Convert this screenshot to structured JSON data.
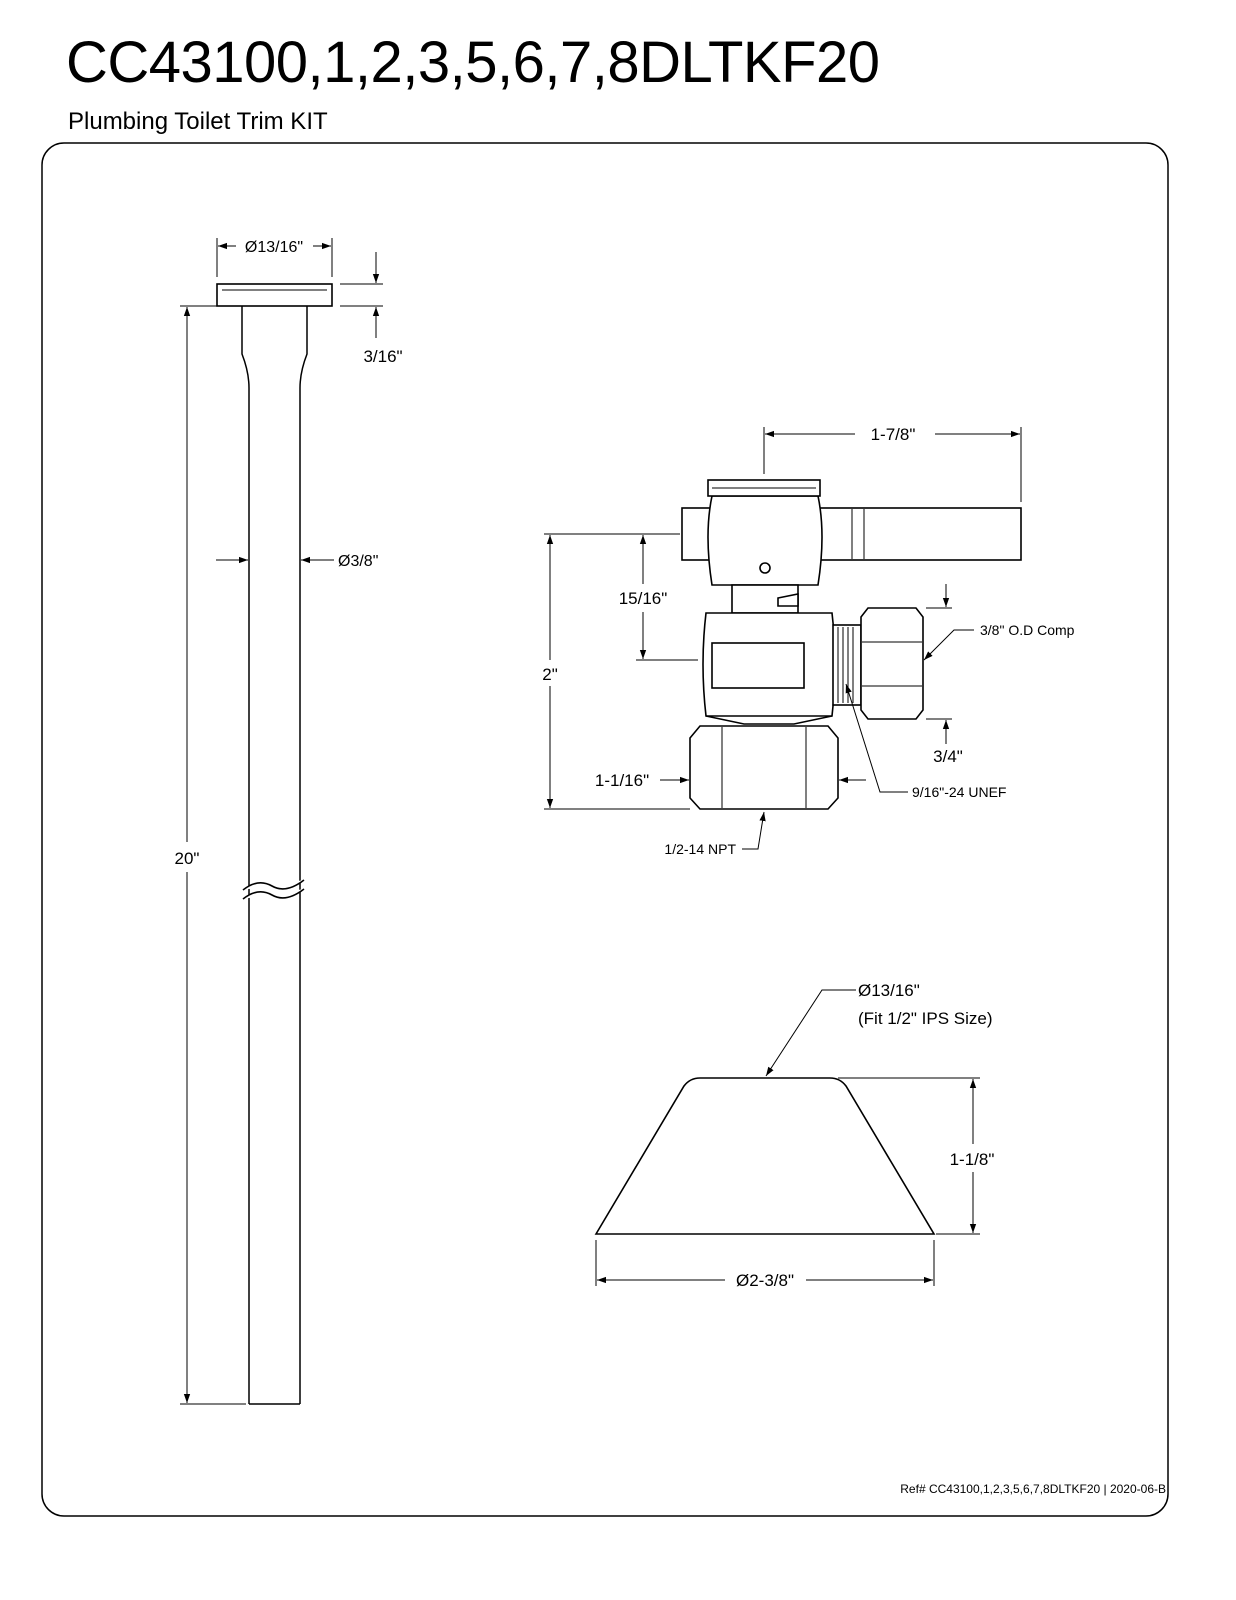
{
  "header": {
    "title": "CC43100,1,2,3,5,6,7,8DLTKF20",
    "subtitle": "Plumbing Toilet Trim KIT"
  },
  "supply_tube": {
    "flange_diameter": "Ø13/16\"",
    "flange_height": "3/16\"",
    "tube_diameter": "Ø3/8\"",
    "length": "20\""
  },
  "stop_valve": {
    "handle_length": "1-7/8\"",
    "center_height": "15/16\"",
    "total_height": "2\"",
    "outlet_label": "3/8\" O.D Comp",
    "outlet_nut": "3/4\"",
    "inlet_nut": "1-1/16\"",
    "outlet_thread": "9/16\"-24 UNEF",
    "inlet_thread": "1/2-14 NPT"
  },
  "escutcheon": {
    "top_diameter": "Ø13/16\"",
    "fit_note": "(Fit 1/2\" IPS Size)",
    "height": "1-1/8\"",
    "base_diameter": "Ø2-3/8\""
  },
  "footer": {
    "reference": "Ref# CC43100,1,2,3,5,6,7,8DLTKF20 | 2020-06-B"
  }
}
